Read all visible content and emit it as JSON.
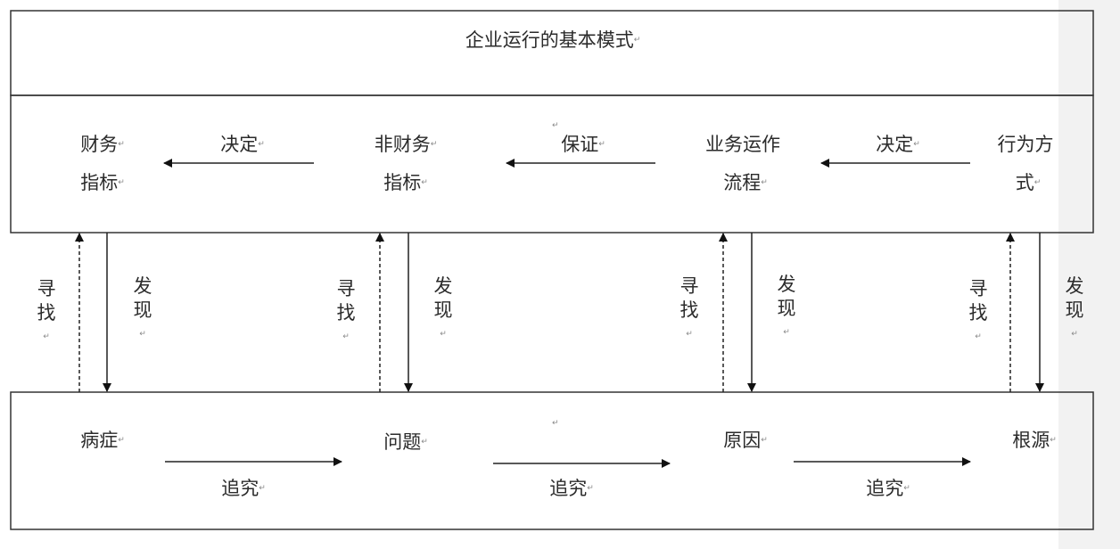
{
  "title": "企业运行的基本模式",
  "return_mark": "↵",
  "row_mode": {
    "nodes": [
      {
        "line1": "财务",
        "line2": "指标"
      },
      {
        "line1": "非财务",
        "line2": "指标"
      },
      {
        "line1": "业务运作",
        "line2": "流程"
      },
      {
        "line1": "行为方",
        "line2": "式"
      }
    ],
    "arrows": [
      "决定",
      "保证",
      "决定"
    ]
  },
  "vertical_links": [
    {
      "up": "寻找",
      "down": "发现"
    },
    {
      "up": "寻找",
      "down": "发现"
    },
    {
      "up": "寻找",
      "down": "发现"
    },
    {
      "up": "寻找",
      "down": "发现"
    }
  ],
  "row_analysis": {
    "nodes": [
      "病症",
      "问题",
      "原因",
      "根源"
    ],
    "arrows": [
      "追究",
      "追究",
      "追究"
    ]
  }
}
